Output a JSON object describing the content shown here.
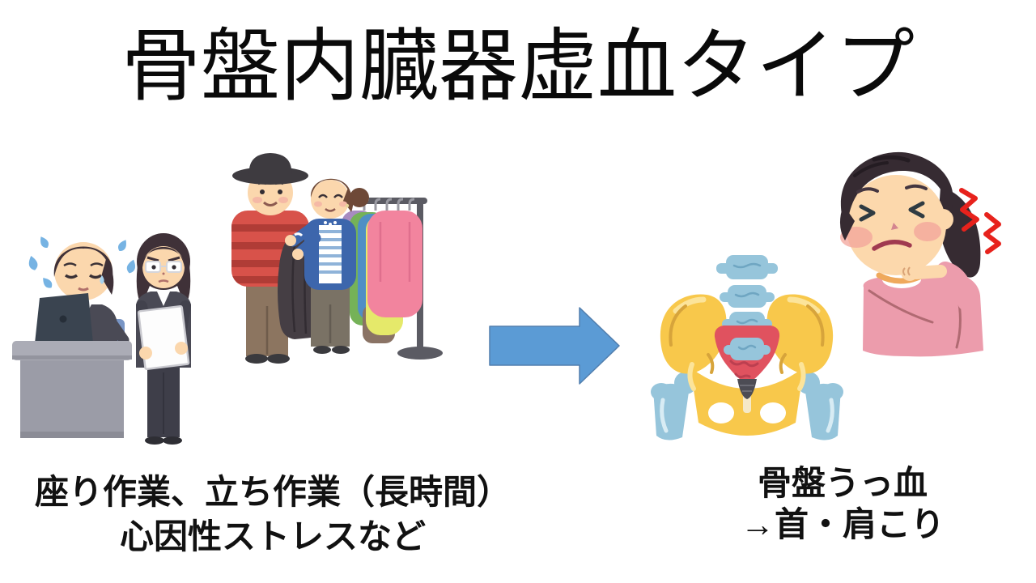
{
  "title": "骨盤内臓器虚血タイプ",
  "causes": {
    "caption_line1": "座り作業、立ち作業（長時間）",
    "caption_line2": "心因性ストレスなど"
  },
  "effects": {
    "caption_line1": "骨盤うっ血",
    "caption_line2": "→首・肩こり"
  },
  "arrow": {
    "direction": "right",
    "fill": "#5B9BD5"
  },
  "illustrations": {
    "office": "stressed-office-worker-scene",
    "shopping": "standing-clothes-shopping-scene",
    "pelvis": "pelvis-bones-congestion",
    "shoulder": "neck-shoulder-pain-woman"
  },
  "colors": {
    "background": "#FFFFFF",
    "text": "#111111",
    "arrow_fill": "#5B9BD5",
    "pelvis_yellow": "#F8C84B",
    "pelvis_sacrum_red": "#E0525F",
    "bone_blue": "#96C5DB",
    "pain_red": "#E7221C"
  }
}
